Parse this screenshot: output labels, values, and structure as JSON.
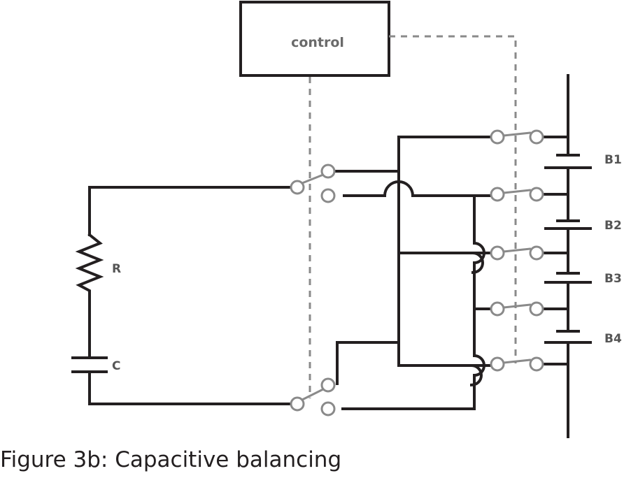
{
  "control_label": "control",
  "resistor_label": "R",
  "capacitor_label": "C",
  "cells": [
    "B1",
    "B2",
    "B3",
    "B4"
  ],
  "caption": "Figure 3b: Capacitive balancing",
  "colors": {
    "wire": "#231f20",
    "control_line": "#8a8a8a",
    "switch": "#8a8a8a"
  }
}
